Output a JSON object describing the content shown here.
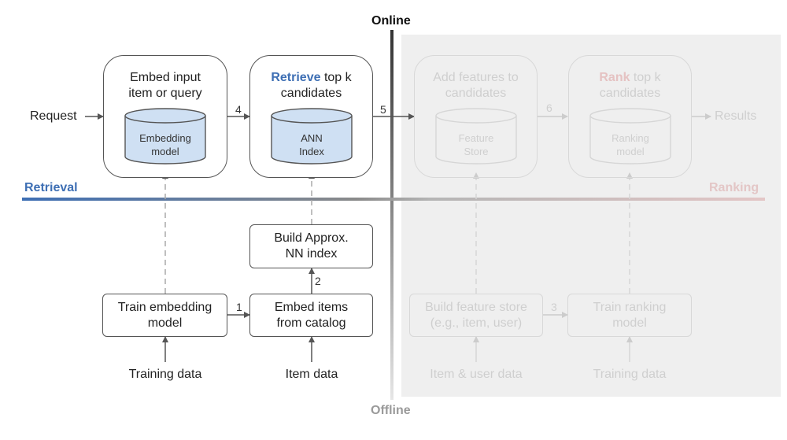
{
  "headings": {
    "online": "Online",
    "offline": "Offline"
  },
  "sections": {
    "retrieval": "Retrieval",
    "ranking": "Ranking"
  },
  "colors": {
    "retrieval": "#3e6fb4",
    "ranking": "#e3c6c6",
    "cylinder": "#cfe0f3",
    "shaded": "#efefef"
  },
  "online": {
    "request": "Request",
    "results": "Results",
    "embed_box": {
      "line1": "Embed input",
      "line2": "item or query",
      "cyl1": "Embedding",
      "cyl2": "model"
    },
    "retrieve_box": {
      "bold": "Retrieve",
      "rest": " top k",
      "line2": "candidates",
      "cyl1": "ANN",
      "cyl2": "Index"
    },
    "features_box": {
      "line1": "Add features to",
      "line2": "candidates",
      "cyl1": "Feature",
      "cyl2": "Store"
    },
    "rank_box": {
      "bold": "Rank",
      "rest": " top k",
      "line2": "candidates",
      "cyl1": "Ranking",
      "cyl2": "model"
    },
    "step4": "4",
    "step5": "5",
    "step6": "6"
  },
  "offline": {
    "build_ann": {
      "line1": "Build Approx.",
      "line2": "NN index"
    },
    "train_embed": {
      "line1": "Train embedding",
      "line2": "model"
    },
    "embed_items": {
      "line1": "Embed items",
      "line2": "from catalog"
    },
    "build_feature": {
      "line1": "Build feature store",
      "line2": "(e.g., item, user)"
    },
    "train_rank": {
      "line1": "Train ranking",
      "line2": "model"
    },
    "training_data_1": "Training data",
    "item_data": "Item data",
    "item_user_data": "Item & user data",
    "training_data_2": "Training data",
    "step1": "1",
    "step2": "2",
    "step3": "3"
  }
}
